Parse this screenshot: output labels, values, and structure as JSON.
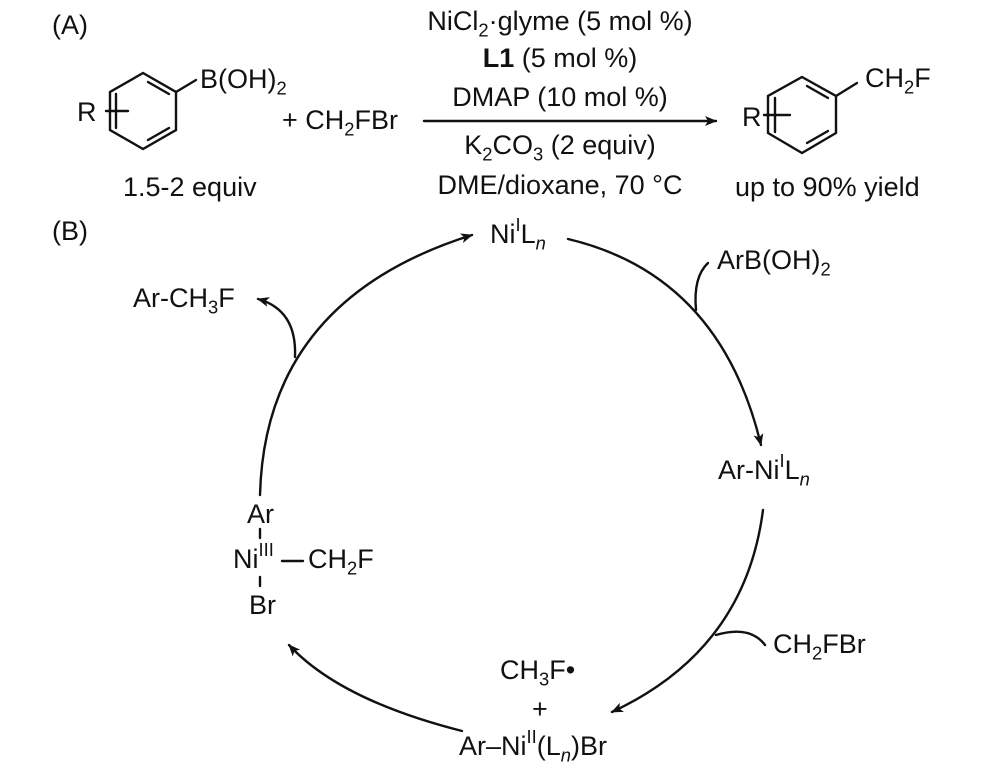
{
  "panel_a": {
    "label": "(A)",
    "reactant1": {
      "group": "B(OH)",
      "sub": "2",
      "substituent": "R",
      "equiv": "1.5-2 equiv"
    },
    "reactant2": {
      "plus": "+",
      "a": "CH",
      "sub": "2",
      "b": "FBr"
    },
    "conditions": {
      "line1": {
        "a": "NiCl",
        "sub": "2",
        "b": "·glyme (5 mol %)"
      },
      "line2": {
        "bold": "L1",
        "rest": " (5 mol %)"
      },
      "line3": "DMAP (10 mol %)",
      "line4": {
        "a": "K",
        "sub1": "2",
        "b": "CO",
        "sub2": "3",
        "c": " (2 equiv)"
      },
      "line5": "DME/dioxane, 70 °C"
    },
    "product": {
      "a": "CH",
      "sub": "2",
      "b": "F",
      "substituent": "R",
      "yield": "up to 90% yield"
    }
  },
  "panel_b": {
    "label": "(B)",
    "species": {
      "nil": {
        "a": "Ni",
        "sup": "I",
        "b": "L",
        "n": "n"
      },
      "ar_nil": {
        "a": "Ar-Ni",
        "sup": "I",
        "b": "L",
        "n": "n"
      },
      "ar_nill": {
        "a": "Ar–Ni",
        "sup": "II",
        "b": "(L",
        "n": "n",
        "c": ")Br"
      },
      "radical": {
        "a": "CH",
        "sub": "3",
        "b": "F•",
        "plus": "+"
      },
      "nilll": {
        "top": "Ar",
        "ni": "Ni",
        "sup": "III",
        "bond": "—",
        "a": "CH",
        "sub": "2",
        "b": "F",
        "bottom": "Br"
      }
    },
    "reagents": {
      "arboh2": {
        "a": "ArB(OH)",
        "sub": "2"
      },
      "ch2fbr": {
        "a": "CH",
        "sub": "2",
        "b": "FBr"
      }
    },
    "products": {
      "ar_ch3f": {
        "a": "Ar-CH",
        "sub": "3",
        "b": "F"
      }
    }
  },
  "colors": {
    "ink": "#111111",
    "background": "#ffffff"
  }
}
